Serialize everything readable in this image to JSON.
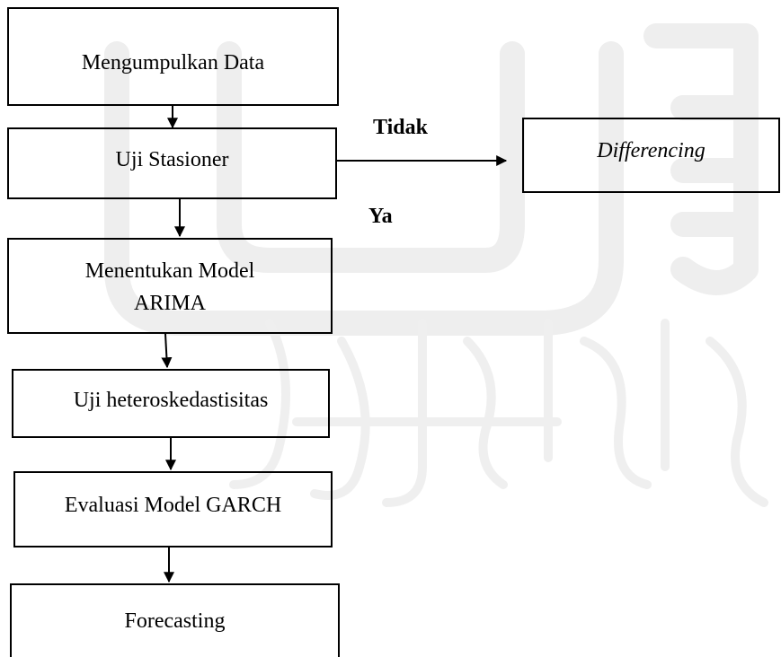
{
  "colors": {
    "stroke": "#000000",
    "watermark": "#eeeeee"
  },
  "nodes": {
    "collect_data": "Mengumpulkan Data",
    "stationarity_test": "Uji Stasioner",
    "differencing": "Differencing",
    "arima_model": "Menentukan Model\nARIMA",
    "heteroscedasticity_test": "Uji heteroskedastisitas",
    "garch_evaluation": "Evaluasi Model GARCH",
    "forecasting": "Forecasting"
  },
  "edge_labels": {
    "no": "Tidak",
    "yes": "Ya"
  },
  "watermark": {
    "description_icon": "university-seal-watermark"
  }
}
